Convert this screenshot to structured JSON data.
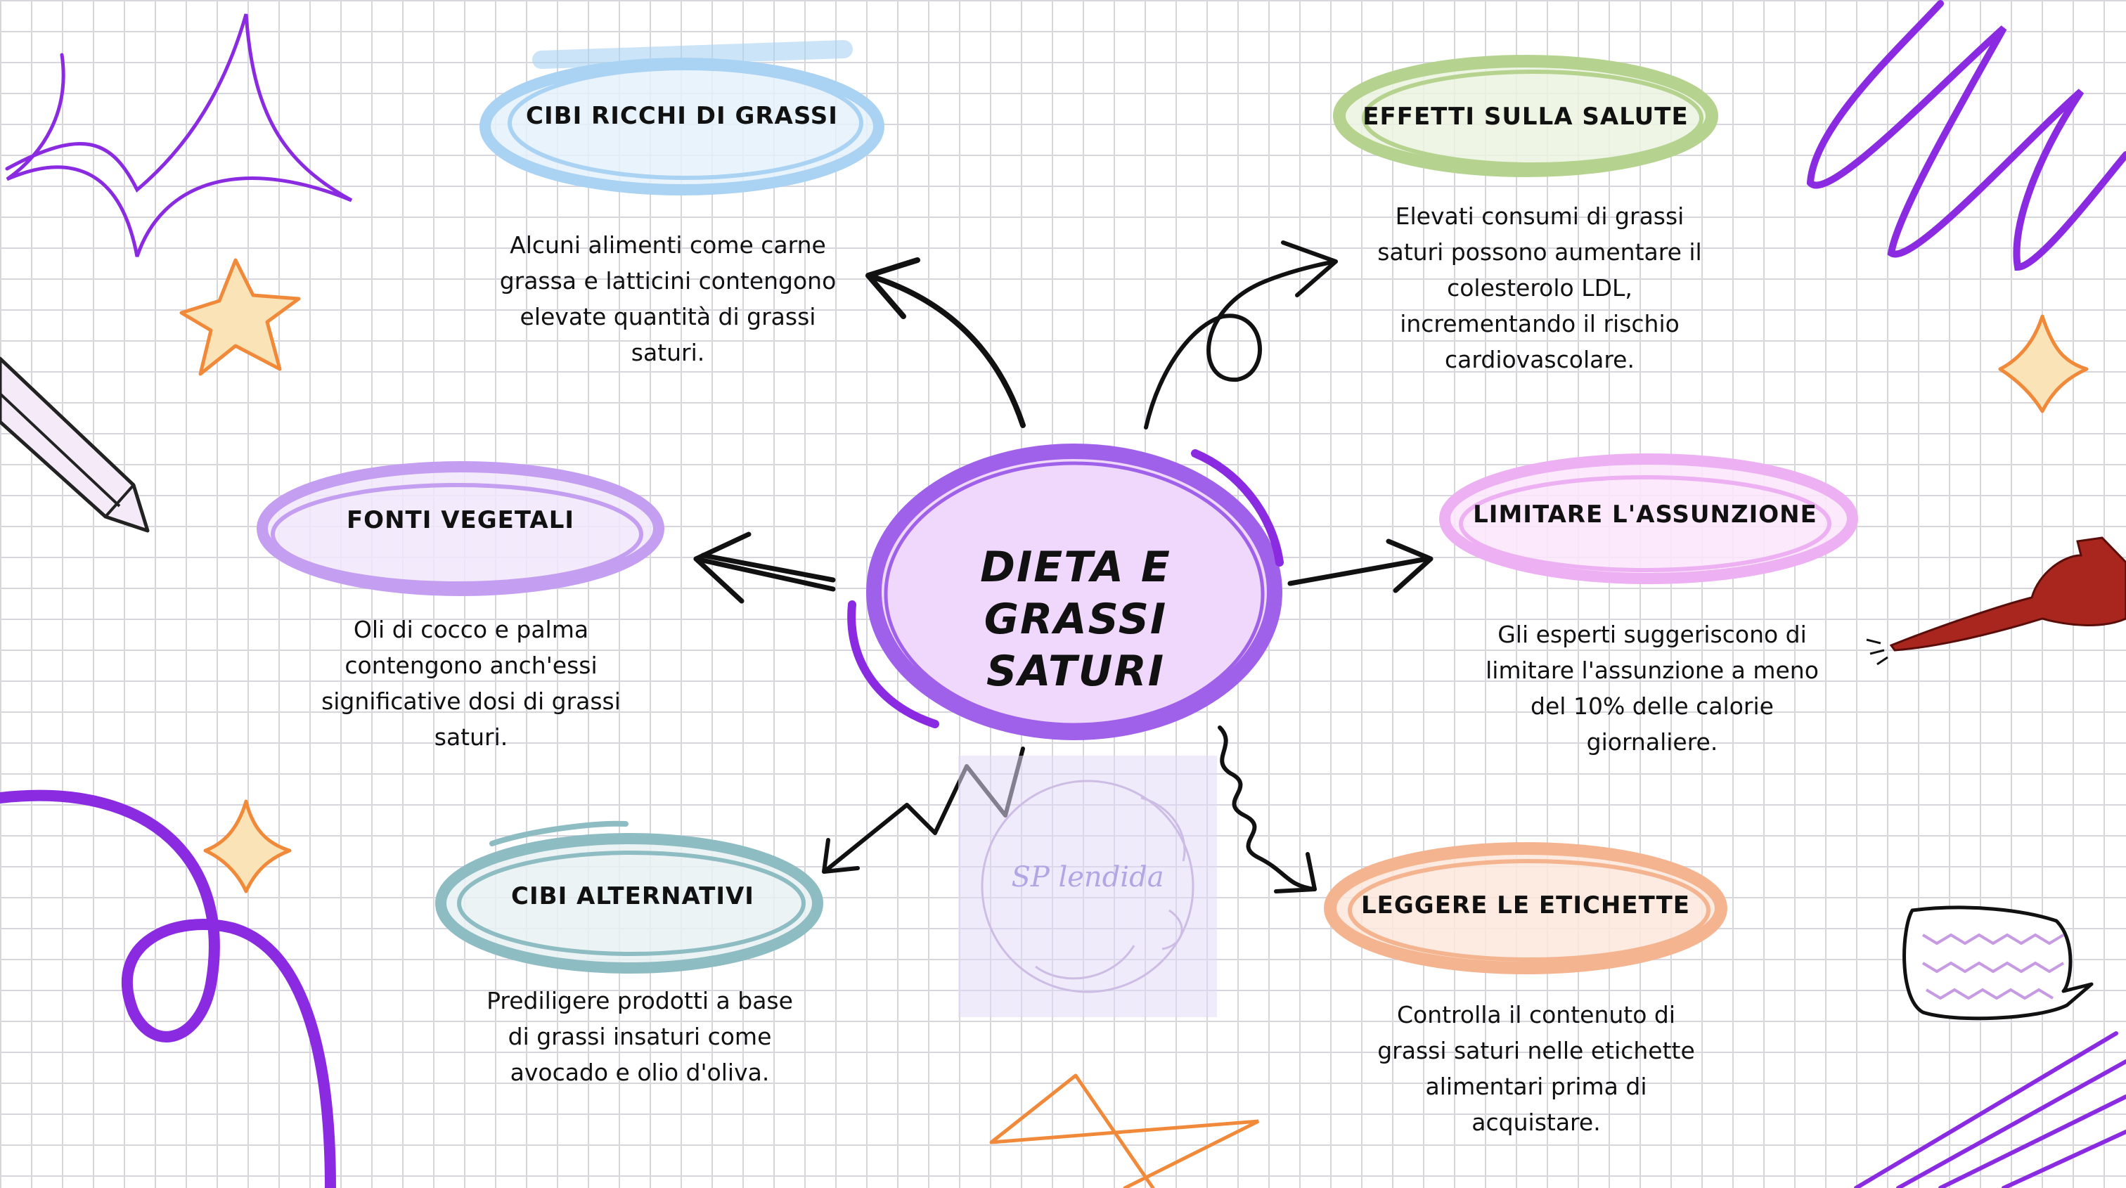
{
  "center": {
    "title_line1": "DIETA E GRASSI",
    "title_line2": "SATURI"
  },
  "nodes": {
    "cibi_ricchi": {
      "title": "CIBI RICCHI DI GRASSI",
      "lines": [
        "Alcuni alimenti come carne",
        "grassa e latticini contengono",
        "elevate quantità di grassi",
        "saturi."
      ],
      "color": "#a9d2f3"
    },
    "effetti": {
      "title": "EFFETTI SULLA SALUTE",
      "lines": [
        "Elevati consumi di grassi",
        "saturi possono aumentare il",
        "colesterolo LDL,",
        "incrementando il rischio",
        "cardiovascolare."
      ],
      "color": "#b5d38f"
    },
    "fonti": {
      "title": "FONTI VEGETALI",
      "lines": [
        "Oli di cocco e palma",
        "contengono anch'essi",
        "significative dosi di grassi",
        "saturi."
      ],
      "color": "#c49ef0"
    },
    "limitare": {
      "title": "LIMITARE L'ASSUNZIONE",
      "lines": [
        "Gli esperti suggeriscono di",
        "limitare l'assunzione a meno",
        "del 10% delle calorie",
        "giornaliere."
      ],
      "color": "#edb0f2"
    },
    "alternativi": {
      "title": "CIBI ALTERNATIVI",
      "lines": [
        "Prediligere prodotti a base",
        "di grassi insaturi come",
        "avocado e olio d'oliva."
      ],
      "color": "#8dbcc2"
    },
    "etichette": {
      "title": "LEGGERE LE ETICHETTE",
      "lines": [
        "Controlla il contenuto di",
        "grassi saturi nelle etichette",
        "alimentari prima di",
        "acquistare."
      ],
      "color": "#f4b48f"
    }
  },
  "watermark": {
    "text": "SP lendida"
  },
  "colors": {
    "accent_purple": "#8a2be2",
    "center_fill": "#efd8fb",
    "star_orange": "#f08a3a",
    "hand_red": "#a8261d"
  }
}
